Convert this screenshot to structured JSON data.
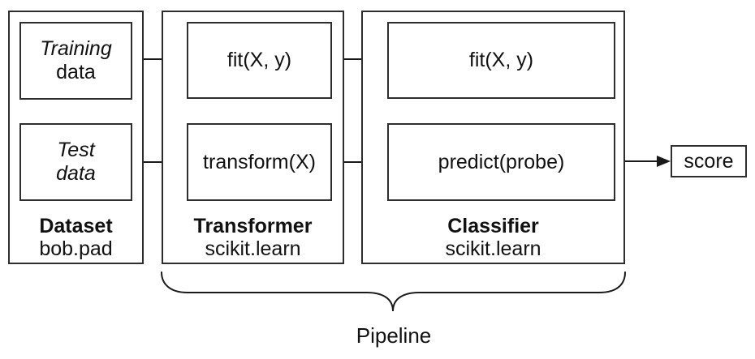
{
  "colors": {
    "background": "#ffffff",
    "line": "#1a1a1a",
    "border": "#2e2e2e",
    "text": "#111111"
  },
  "dataset": {
    "title": "Dataset",
    "subtitle": "bob.pad",
    "training": {
      "line1": "Training",
      "line2": "data"
    },
    "test": {
      "line1": "Test",
      "line2": "data"
    }
  },
  "transformer": {
    "title": "Transformer",
    "subtitle": "scikit.learn",
    "fit": "fit(X, y)",
    "transform": "transform(X)"
  },
  "classifier": {
    "title": "Classifier",
    "subtitle": "scikit.learn",
    "fit": "fit(X, y)",
    "predict": "predict(probe)"
  },
  "score": {
    "label": "score"
  },
  "pipeline": {
    "label": "Pipeline"
  }
}
